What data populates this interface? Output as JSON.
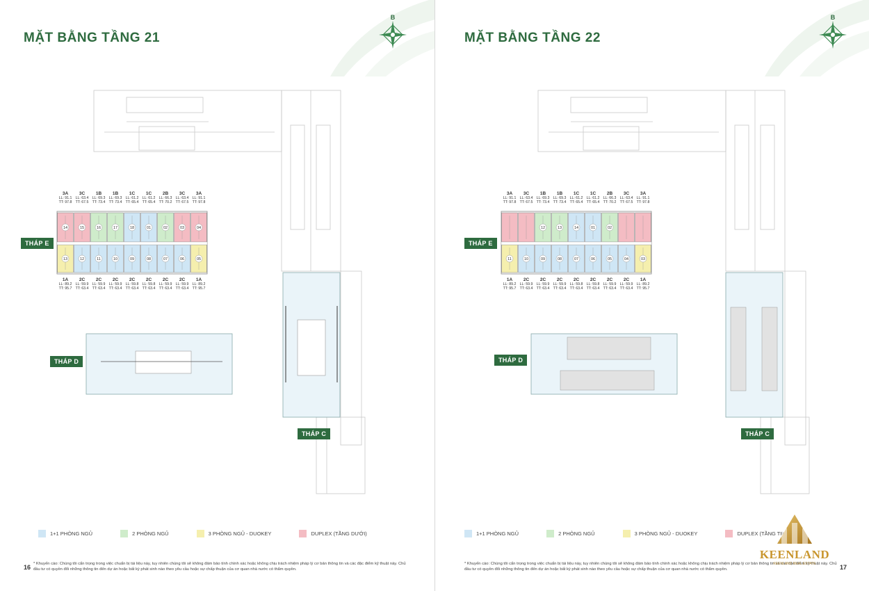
{
  "pages": [
    {
      "title": "MẶT BẰNG TẦNG 21",
      "compass": "B",
      "page_number": "16",
      "towers": {
        "e": "THÁP E",
        "d": "THÁP D",
        "c": "THÁP C"
      },
      "top_row": [
        {
          "type": "3A",
          "ll": "LL: 91.1",
          "tt": "TT: 97.8"
        },
        {
          "type": "3C",
          "ll": "LL: 63.4",
          "tt": "TT: 67.5"
        },
        {
          "type": "1B",
          "ll": "LL: 69.3",
          "tt": "TT: 73.4"
        },
        {
          "type": "1B",
          "ll": "LL: 69.3",
          "tt": "TT: 73.4"
        },
        {
          "type": "1C",
          "ll": "LL: 61.2",
          "tt": "TT: 65.4"
        },
        {
          "type": "1C",
          "ll": "LL: 61.2",
          "tt": "TT: 65.4"
        },
        {
          "type": "2B",
          "ll": "LL: 66.3",
          "tt": "TT: 70.2"
        },
        {
          "type": "3C",
          "ll": "LL: 63.4",
          "tt": "TT: 67.5"
        },
        {
          "type": "3A",
          "ll": "LL: 91.1",
          "tt": "TT: 97.8"
        }
      ],
      "bottom_row": [
        {
          "type": "1A",
          "ll": "LL: 89.2",
          "tt": "TT: 95.7"
        },
        {
          "type": "2C",
          "ll": "LL: 59.9",
          "tt": "TT: 63.4"
        },
        {
          "type": "2C",
          "ll": "LL: 59.9",
          "tt": "TT: 63.4"
        },
        {
          "type": "2C",
          "ll": "LL: 59.9",
          "tt": "TT: 63.4"
        },
        {
          "type": "2C",
          "ll": "LL: 59.8",
          "tt": "TT: 63.4"
        },
        {
          "type": "2C",
          "ll": "LL: 59.8",
          "tt": "TT: 63.4"
        },
        {
          "type": "2C",
          "ll": "LL: 59.9",
          "tt": "TT: 63.4"
        },
        {
          "type": "2C",
          "ll": "LL: 59.9",
          "tt": "TT: 63.4"
        },
        {
          "type": "1A",
          "ll": "LL: 89.2",
          "tt": "TT: 95.7"
        }
      ],
      "top_units": [
        {
          "n": "14",
          "c": "duplex"
        },
        {
          "n": "15",
          "c": "duplex"
        },
        {
          "n": "16",
          "c": "two"
        },
        {
          "n": "17",
          "c": "two"
        },
        {
          "n": "18",
          "c": "one"
        },
        {
          "n": "01",
          "c": "one"
        },
        {
          "n": "02",
          "c": "two"
        },
        {
          "n": "03",
          "c": "duplex"
        },
        {
          "n": "04",
          "c": "duplex"
        }
      ],
      "bottom_units": [
        {
          "n": "13",
          "c": "three"
        },
        {
          "n": "12",
          "c": "one"
        },
        {
          "n": "11",
          "c": "one"
        },
        {
          "n": "10",
          "c": "one"
        },
        {
          "n": "09",
          "c": "one"
        },
        {
          "n": "08",
          "c": "one"
        },
        {
          "n": "07",
          "c": "one"
        },
        {
          "n": "06",
          "c": "one"
        },
        {
          "n": "05",
          "c": "three"
        }
      ],
      "legend": [
        "1+1 PHÒNG NGỦ",
        "2 PHÒNG NGỦ",
        "3 PHÒNG NGỦ - DUOKEY",
        "DUPLEX (TẦNG DƯỚI)"
      ],
      "disclaimer": "* Khuyến cáo: Chúng tôi cẩn trọng trong việc chuẩn bị tài liệu này, tuy nhiên chúng tôi sẽ không đảm bảo tính chính xác hoặc không chịu trách nhiệm pháp lý cơ bản thông tin và các đặc điểm kỹ thuật này. Chủ đầu tư có quyền đổi những thông tin đến dự án hoặc bất kỳ phát sinh nào theo yêu cầu hoặc sự chấp thuận của cơ quan nhà nước có thẩm quyền."
    },
    {
      "title": "MẶT BẰNG TẦNG 22",
      "compass": "B",
      "page_number": "17",
      "towers": {
        "e": "THÁP E",
        "d": "THÁP D",
        "c": "THÁP C"
      },
      "top_row": [
        {
          "type": "3A",
          "ll": "LL: 91.1",
          "tt": "TT: 97.8"
        },
        {
          "type": "3C",
          "ll": "LL: 63.4",
          "tt": "TT: 67.5"
        },
        {
          "type": "1B",
          "ll": "LL: 69.3",
          "tt": "TT: 73.4"
        },
        {
          "type": "1B",
          "ll": "LL: 69.3",
          "tt": "TT: 73.4"
        },
        {
          "type": "1C",
          "ll": "LL: 61.2",
          "tt": "TT: 65.4"
        },
        {
          "type": "1C",
          "ll": "LL: 61.2",
          "tt": "TT: 65.4"
        },
        {
          "type": "2B",
          "ll": "LL: 66.3",
          "tt": "TT: 70.2"
        },
        {
          "type": "3C",
          "ll": "LL: 63.4",
          "tt": "TT: 67.5"
        },
        {
          "type": "3A",
          "ll": "LL: 91.1",
          "tt": "TT: 97.8"
        }
      ],
      "bottom_row": [
        {
          "type": "1A",
          "ll": "LL: 89.2",
          "tt": "TT: 95.7"
        },
        {
          "type": "2C",
          "ll": "LL: 59.9",
          "tt": "TT: 63.4"
        },
        {
          "type": "2C",
          "ll": "LL: 59.9",
          "tt": "TT: 63.4"
        },
        {
          "type": "2C",
          "ll": "LL: 59.9",
          "tt": "TT: 63.4"
        },
        {
          "type": "2C",
          "ll": "LL: 59.8",
          "tt": "TT: 63.4"
        },
        {
          "type": "2C",
          "ll": "LL: 59.8",
          "tt": "TT: 63.4"
        },
        {
          "type": "2C",
          "ll": "LL: 59.9",
          "tt": "TT: 63.4"
        },
        {
          "type": "2C",
          "ll": "LL: 59.9",
          "tt": "TT: 63.4"
        },
        {
          "type": "1A",
          "ll": "LL: 89.2",
          "tt": "TT: 95.7"
        }
      ],
      "top_units": [
        {
          "n": "",
          "c": "duplex"
        },
        {
          "n": "",
          "c": "duplex"
        },
        {
          "n": "12",
          "c": "two"
        },
        {
          "n": "13",
          "c": "two"
        },
        {
          "n": "14",
          "c": "one"
        },
        {
          "n": "01",
          "c": "one"
        },
        {
          "n": "02",
          "c": "two"
        },
        {
          "n": "",
          "c": "duplex"
        },
        {
          "n": "",
          "c": "duplex"
        }
      ],
      "bottom_units": [
        {
          "n": "11",
          "c": "three"
        },
        {
          "n": "10",
          "c": "one"
        },
        {
          "n": "09",
          "c": "one"
        },
        {
          "n": "08",
          "c": "one"
        },
        {
          "n": "07",
          "c": "one"
        },
        {
          "n": "06",
          "c": "one"
        },
        {
          "n": "05",
          "c": "one"
        },
        {
          "n": "04",
          "c": "one"
        },
        {
          "n": "03",
          "c": "three"
        }
      ],
      "legend": [
        "1+1 PHÒNG NGỦ",
        "2 PHÒNG NGỦ",
        "3 PHÒNG NGỦ - DUOKEY",
        "DUPLEX (TẦNG TRÊN)"
      ],
      "disclaimer": "* Khuyến cáo: Chúng tôi cẩn trọng trong việc chuẩn bị tài liệu này, tuy nhiên chúng tôi sẽ không đảm bảo tính chính xác hoặc không chịu trách nhiệm pháp lý cơ bản thông tin và các đặc điểm kỹ thuật này. Chủ đầu tư có quyền đổi những thông tin đến dự án hoặc bất kỳ phát sinh nào theo yêu cầu hoặc sự chấp thuận của cơ quan nhà nước có thẩm quyền."
    }
  ],
  "colors": {
    "one": "#cfe6f5",
    "two": "#cfeccb",
    "three": "#f5efae",
    "duplex": "#f4bcc3",
    "green": "#2e6b3f",
    "gold": "#c9962e"
  },
  "logo": {
    "name": "KEENLAND",
    "tagline": "KEENLAND REAL ESTATE"
  }
}
